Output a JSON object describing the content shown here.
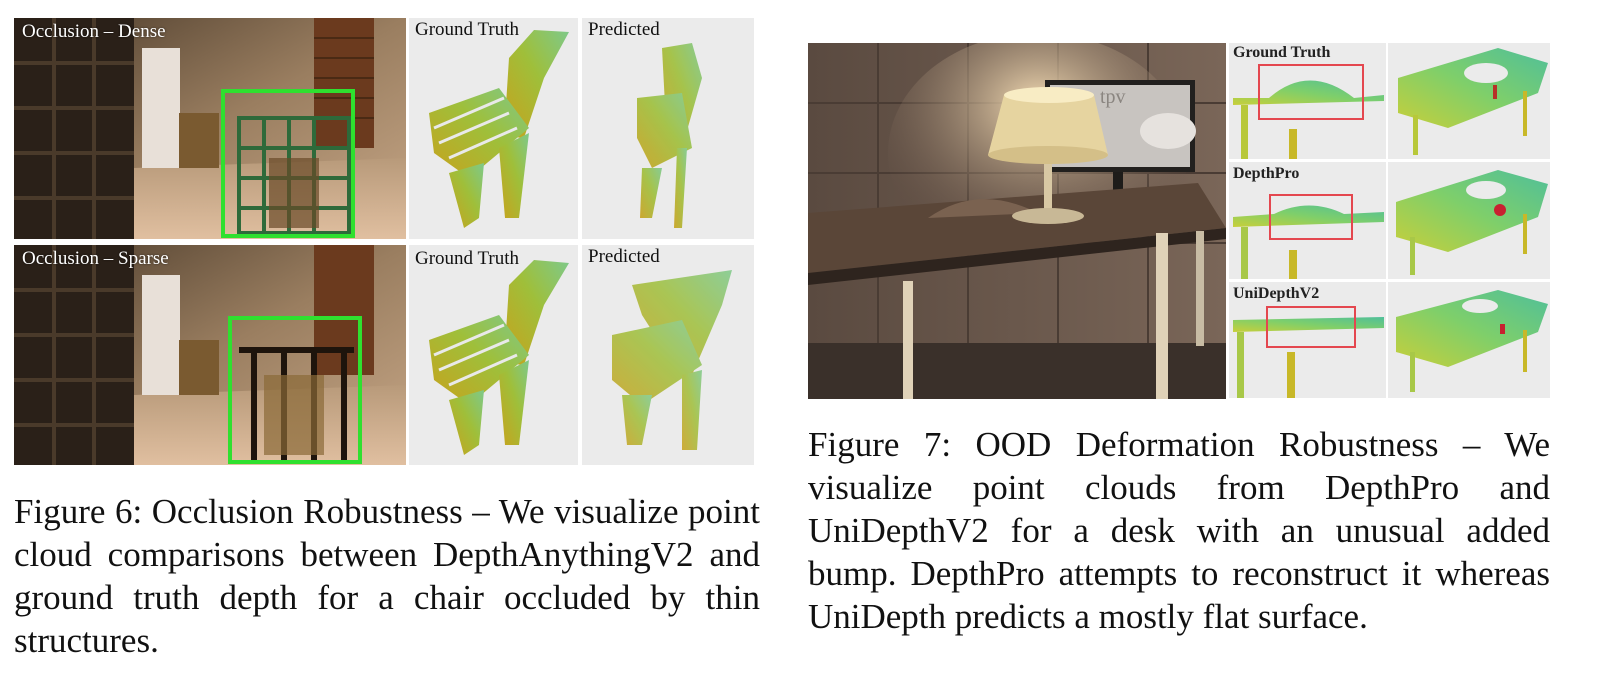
{
  "figure6": {
    "rows": [
      {
        "scene_label": "Occlusion – Dense",
        "gt_label": "Ground Truth",
        "pred_label": "Predicted"
      },
      {
        "scene_label": "Occlusion – Sparse",
        "gt_label": "Ground Truth",
        "pred_label": "Predicted"
      }
    ],
    "caption_label": "Figure 6:",
    "caption_text": "Occlusion Robustness – We visualize point cloud comparisons between DepthAnythingV2 and ground truth depth for a chair occluded by thin structures."
  },
  "figure7": {
    "row_labels": [
      "Ground Truth",
      "DepthPro",
      "UniDepthV2"
    ],
    "screen_text": "tpv",
    "caption_label": "Figure 7:",
    "caption_text": "OOD Deformation Robustness – We visualize point clouds from DepthPro and UniDepthV2 for a desk with an unusual added bump. DepthPro attempts to reconstruct it whereas UniDepth predicts a mostly flat surface."
  },
  "colors": {
    "highlight_green": "#2fe02f",
    "highlight_red": "#e4474f",
    "panel_gray": "#ebebeb"
  }
}
